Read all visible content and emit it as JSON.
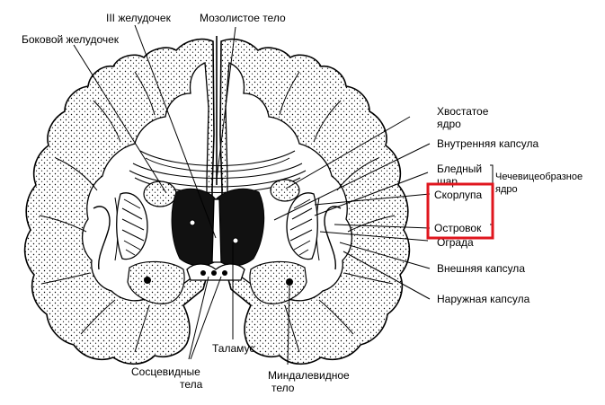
{
  "labels": {
    "third_ventricle": "III желудочек",
    "corpus_callosum": "Мозолистое тело",
    "lateral_ventricle": "Боковой желудочек",
    "caudate_1": "Хвостатое",
    "caudate_2": "ядро",
    "internal_capsule": "Внутренняя капсула",
    "globus_pallidus_1": "Бледный",
    "globus_pallidus_2": "шар",
    "lentiform_1": "Чечевицеобразное",
    "lentiform_2": "ядро",
    "putamen": "Скорлупа",
    "insula": "Островок",
    "claustrum": "Ограда",
    "external_capsule": "Внешняя капсула",
    "extreme_capsule": "Наружная капсула",
    "thalamus": "Таламус",
    "mammillary_1": "Сосцевидные",
    "mammillary_2": "тела",
    "amygdala_1": "Миндалевидное",
    "amygdala_2": "тело"
  },
  "colors": {
    "ink": "#000000",
    "highlight": "#e0161e",
    "background": "#ffffff"
  }
}
